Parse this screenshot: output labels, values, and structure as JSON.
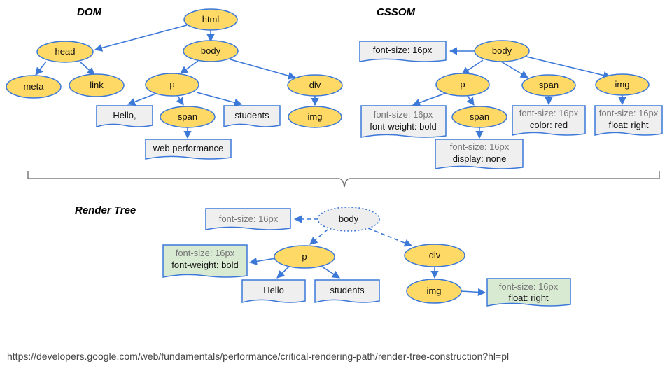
{
  "titles": {
    "dom": "DOM",
    "cssom": "CSSOM",
    "render_tree": "Render Tree"
  },
  "dom": {
    "html": "html",
    "head": "head",
    "body": "body",
    "meta": "meta",
    "link": "link",
    "p": "p",
    "div": "div",
    "span": "span",
    "img": "img",
    "hello": "Hello,",
    "students": "students",
    "web_performance": "web performance"
  },
  "cssom": {
    "body": "body",
    "body_style": "font-size: 16px",
    "p": "p",
    "span": "span",
    "img": "img",
    "p_style_1": "font-size: 16px",
    "p_style_2": "font-weight: bold",
    "p_span": "span",
    "p_span_style_1": "font-size: 16px",
    "p_span_style_2": "display: none",
    "span_style_1": "font-size: 16px",
    "span_style_2": "color: red",
    "img_style_1": "font-size: 16px",
    "img_style_2": "float: right"
  },
  "render_tree": {
    "body": "body",
    "body_style": "font-size: 16px",
    "p": "p",
    "div": "div",
    "img": "img",
    "p_style_1": "font-size: 16px",
    "p_style_2": "font-weight: bold",
    "hello": "Hello",
    "students": "students",
    "img_style_1": "font-size: 16px",
    "img_style_2": "float: right"
  },
  "source_url": "https://developers.google.com/web/fundamentals/performance/critical-rendering-path/render-tree-construction?hl=pl",
  "colors": {
    "node_fill": "#ffd966",
    "node_stroke": "#3c78d8",
    "box_fill": "#efefef",
    "render_box_fill": "#d9ead3",
    "body_dotted_fill": "#eeeeee",
    "arrow": "#3c78d8",
    "brace": "#666666"
  }
}
